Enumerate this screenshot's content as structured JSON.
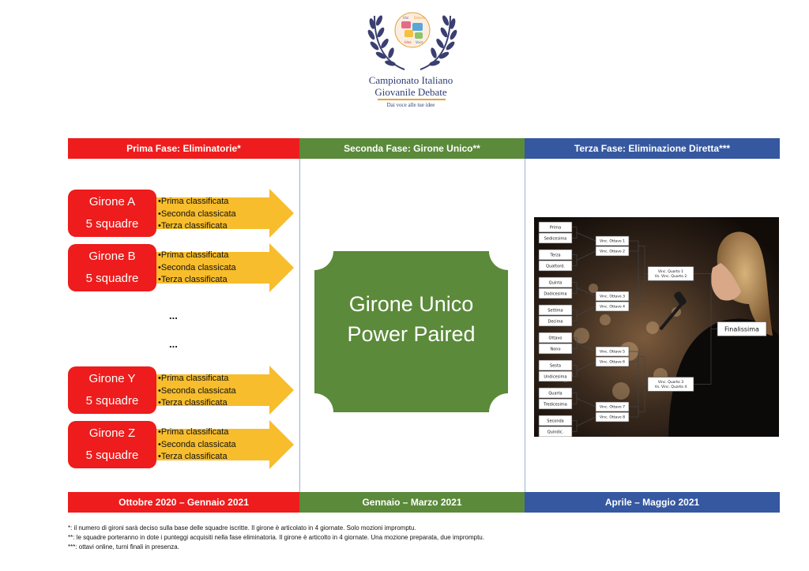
{
  "logo": {
    "badge_words": [
      "Vivi",
      "Debate",
      "Idea",
      "Voce"
    ],
    "title_line1": "Campionato Italiano",
    "title_line2": "Giovanile Debate",
    "tagline": "Dai voce alle tue idee"
  },
  "phases": {
    "first": {
      "header": "Prima Fase: Eliminatorie*",
      "period": "Ottobre 2020 – Gennaio 2021",
      "color": "#ee1c1c"
    },
    "second": {
      "header": "Seconda Fase: Girone Unico**",
      "period": "Gennaio – Marzo 2021",
      "color": "#5b8a3a"
    },
    "third": {
      "header": "Terza Fase: Eliminazione Diretta***",
      "period": "Aprile – Maggio 2021",
      "color": "#3558a0"
    }
  },
  "groups": [
    {
      "name": "Girone A",
      "size": "5 squadre",
      "items": [
        "•Prima classificata",
        "•Seconda classicata",
        "•Terza classificata"
      ]
    },
    {
      "name": "Girone B",
      "size": "5 squadre",
      "items": [
        "•Prima classificata",
        "•Seconda classicata",
        "•Terza classificata"
      ]
    },
    {
      "name": "Girone Y",
      "size": "5 squadre",
      "items": [
        "•Prima classificata",
        "•Seconda classicata",
        "•Terza classificata"
      ]
    },
    {
      "name": "Girone Z",
      "size": "5 squadre",
      "items": [
        "•Prima classificata",
        "•Seconda classicata",
        "•Terza classificata"
      ]
    }
  ],
  "ellipsis": [
    "...",
    "..."
  ],
  "girone_unico": {
    "line1": "Girone Unico",
    "line2": "Power Paired"
  },
  "bracket": {
    "seeds": [
      "Prima",
      "Sedicesima",
      "Terza",
      "Quattord.",
      "Quinta",
      "Dodicesima",
      "Settima",
      "Decima",
      "Ottavo",
      "Nono",
      "Sesta",
      "Undicesima",
      "Quarta",
      "Tredicesima",
      "Seconda",
      "Quindic."
    ],
    "ottavi": [
      "Vinc. Ottavo 1",
      "Vinc. Ottavo 2",
      "Vinc. Ottavo 3",
      "Vinc. Ottavo 4",
      "Vinc. Ottavo 5",
      "Vinc. Ottavo 6",
      "Vinc. Ottavo 7",
      "Vinc. Ottavo 8"
    ],
    "quarti": [
      {
        "l1": "Vinc. Quarto 1",
        "l2": "Vs. Vinc. Quarto 2"
      },
      {
        "l1": "Vinc. Quarto 3",
        "l2": "Vs. Vinc. Quarto 4"
      }
    ],
    "final": "Finalissima"
  },
  "footnotes": [
    "*: il numero di gironi sarà deciso sulla base delle squadre iscritte. Il girone è articolato in  4 giornate. Solo mozioni impromptu.",
    "**: le squadre porteranno in dote i punteggi acquisiti nella fase eliminatoria. Il girone è articolto in 4 giornate. Una mozione preparata, due impromptu.",
    "***: ottavi online, turni finali in presenza."
  ],
  "colors": {
    "red": "#ee1c1c",
    "green": "#5b8a3a",
    "blue": "#3558a0",
    "arrow": "#f7bd2c",
    "logo_navy": "#2f3d74"
  }
}
